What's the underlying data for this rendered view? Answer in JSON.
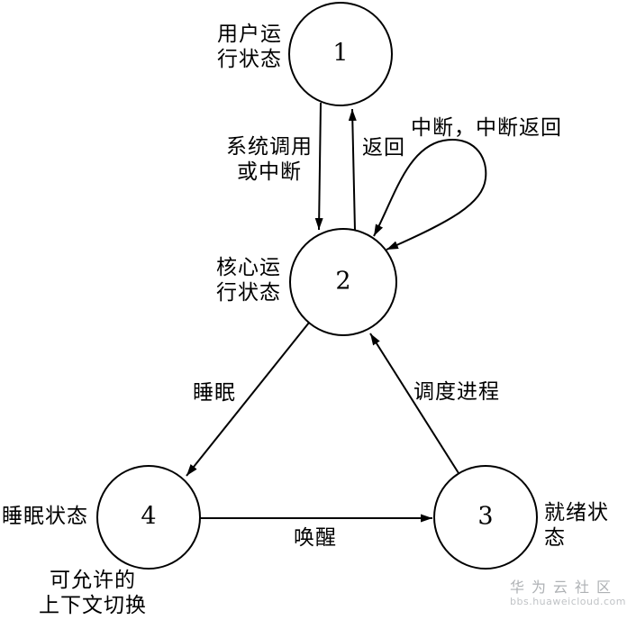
{
  "diagram": {
    "title_hint": "UNIX process state transition diagram",
    "states": [
      {
        "number": "1",
        "label": "用户运\n行状态"
      },
      {
        "number": "2",
        "label": "核心运\n行状态"
      },
      {
        "number": "3",
        "label": "就绪状态"
      },
      {
        "number": "4",
        "label": "睡眠状态",
        "note": "可允许的\n上下文切换"
      }
    ],
    "transitions": {
      "syscall": "系统调用\n或中断",
      "return": "返回",
      "interrupt_loop": "中断，中断返回",
      "sleep": "睡眠",
      "schedule": "调度进程",
      "wakeup": "唤醒"
    },
    "colors": {
      "stroke": "#000000",
      "background": "#ffffff",
      "watermark": "#aeb1b4"
    }
  },
  "watermark": {
    "title": "华为云社区",
    "url": "bbs.huaweicloud.com"
  }
}
